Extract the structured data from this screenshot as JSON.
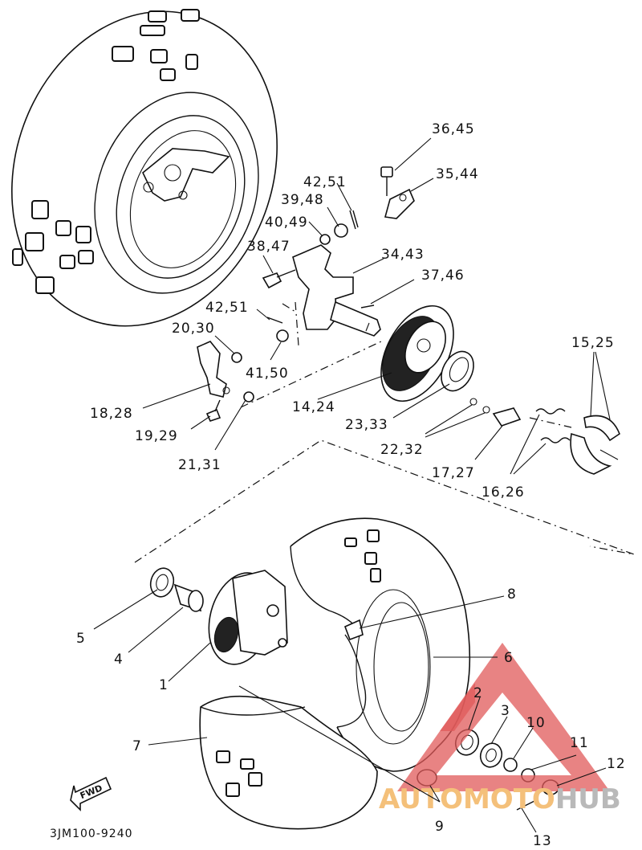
{
  "diagram_code": "3JM100-9240",
  "fwd_label": "FWD",
  "watermark": {
    "text_a": "AUTOMOTO",
    "text_b": "HUB",
    "color_a": "#f4c07a",
    "color_b": "#b9b9b9",
    "logo_color": "#e05a5a"
  },
  "callouts": {
    "c1": "1",
    "c2": "2",
    "c3": "3",
    "c4": "4",
    "c5": "5",
    "c6": "6",
    "c7": "7",
    "c8": "8",
    "c9": "9",
    "c10": "10",
    "c11": "11",
    "c12": "12",
    "c13": "13",
    "c14": "14,24",
    "c15": "15,25",
    "c16": "16,26",
    "c17": "17,27",
    "c18": "18,28",
    "c19": "19,29",
    "c20": "20,30",
    "c21": "21,31",
    "c22": "22,32",
    "c23": "23,33",
    "c34": "34,43",
    "c35": "35,44",
    "c36": "36,45",
    "c37": "37,46",
    "c38": "38,47",
    "c39": "39,48",
    "c40": "40,49",
    "c41": "41,50",
    "c42a": "42,51",
    "c42b": "42,51"
  }
}
